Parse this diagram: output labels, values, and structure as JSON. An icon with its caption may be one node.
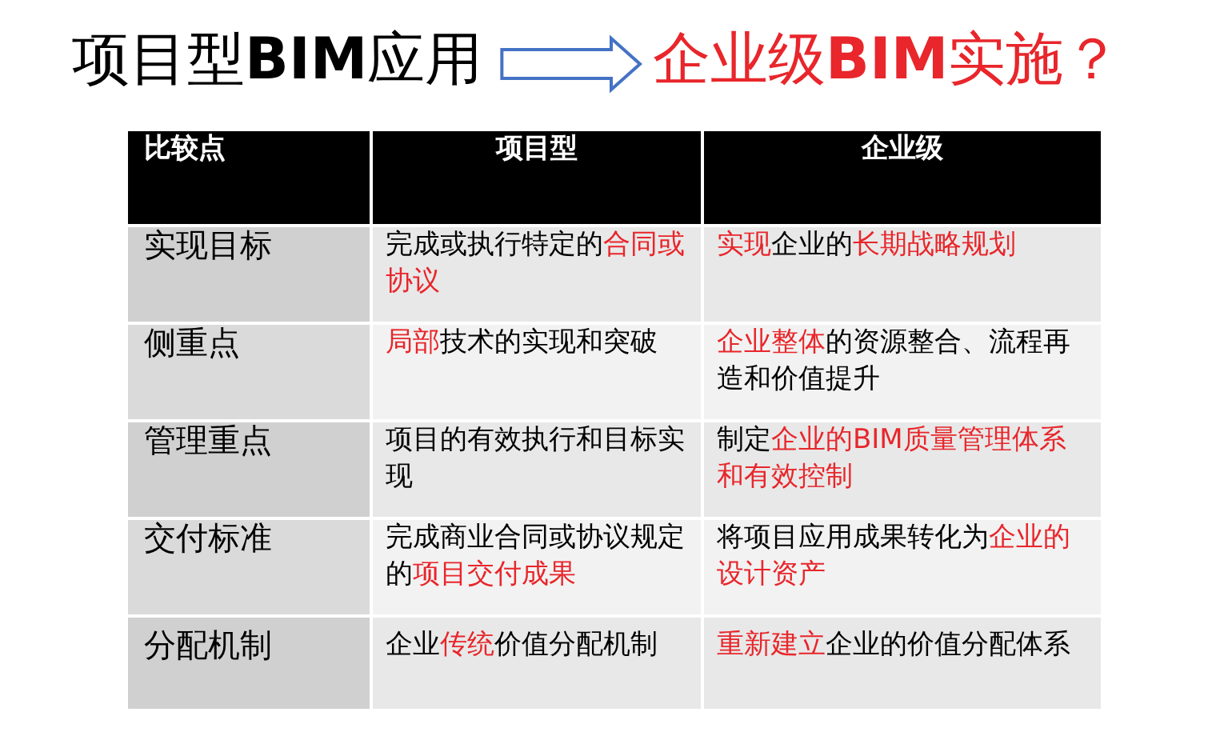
{
  "diagram": {
    "nodes": [
      {
        "text": [
          "项目型**BIM**应用"
        ]
      },
      {
        "text": [
          "企业级**BIM**实施？"
        ]
      }
    ],
    "edges": [
      {
        "from": 0,
        "to": 1,
        "arrow": "to"
      }
    ],
    "labels": [
      "比较点",
      "项目型",
      "企业级",
      "实现目标",
      "完成或执行特定的**合同或协议**",
      "**实现**企业的**长期战略规划**",
      "侧重点",
      "**局部**技术的实现和突破",
      "**企业整体**的资源整合、流程再造和价值提升",
      "管理重点",
      "项目的有效执行和目标实现",
      "制定**企业的BIM质量管理体系和有效控制**",
      "交付标准",
      "完成商业合同或协议规定的**项目交付成果**",
      "将项目应用成果转化为**企业的设计资产**",
      "分配机制",
      "企业**传统**价值分配机制",
      "**重新建立**企业的价值分配体系"
    ]
  }
}
